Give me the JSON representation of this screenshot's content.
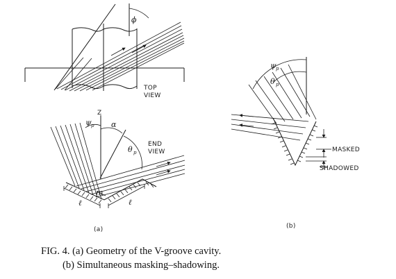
{
  "figure": {
    "top_view_label_1": "TOP",
    "top_view_label_2": "VIEW",
    "end_view_label_1": "END",
    "end_view_label_2": "VIEW",
    "phi": "ϕ",
    "psi": "ψ",
    "theta": "θ",
    "alpha": "α",
    "sub_p": "p",
    "z_label": "Z",
    "m_label": "m",
    "l_label": "ℓ",
    "panel_a": "(a)",
    "panel_b": "(b)",
    "masked": "MASKED",
    "shadowed": "SHADOWED"
  },
  "caption": {
    "line1": "FIG. 4. (a) Geometry of the V-groove cavity.",
    "line2": "(b) Simultaneous masking–shadowing."
  }
}
